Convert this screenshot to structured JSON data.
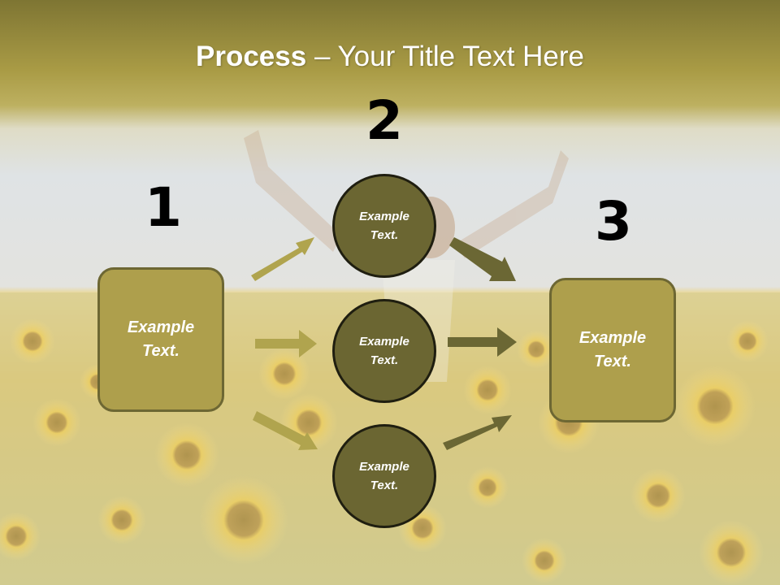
{
  "title": {
    "bold": "Process",
    "rest": " – Your Title Text Here"
  },
  "steps": [
    {
      "number": "1",
      "label": "Example\nText."
    },
    {
      "number": "2",
      "labels": [
        "Example\nText.",
        "Example\nText.",
        "Example\nText."
      ]
    },
    {
      "number": "3",
      "label": "Example\nText."
    }
  ],
  "colors": {
    "box_fill": "#ae9f4c",
    "circle_fill": "#6b6632",
    "arrow_light": "#b0a44e",
    "arrow_dark": "#6b6734",
    "title_band": "#8a8234"
  }
}
